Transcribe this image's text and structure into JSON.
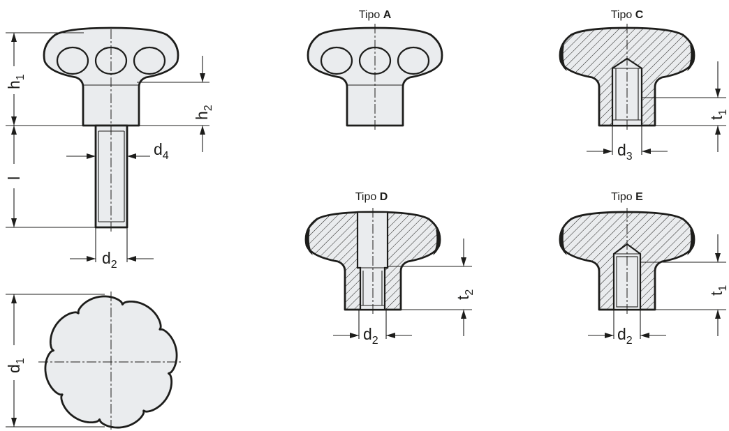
{
  "dimensions": {
    "h1": {
      "main": "h",
      "sub": "1"
    },
    "h2": {
      "main": "h",
      "sub": "2"
    },
    "l": {
      "main": "l"
    },
    "d4": {
      "main": "d",
      "sub": "4"
    },
    "d2": {
      "main": "d",
      "sub": "2"
    },
    "d1": {
      "main": "d",
      "sub": "1"
    },
    "d3": {
      "main": "d",
      "sub": "3"
    },
    "t1": {
      "main": "t",
      "sub": "1"
    },
    "t2": {
      "main": "t",
      "sub": "2"
    }
  },
  "views": {
    "a": {
      "prefix": "Tipo",
      "letter": "A"
    },
    "c": {
      "prefix": "Tipo",
      "letter": "C"
    },
    "d": {
      "prefix": "Tipo",
      "letter": "D"
    },
    "e": {
      "prefix": "Tipo",
      "letter": "E"
    }
  },
  "colors": {
    "line": "#1d1d1b",
    "fill": "#eaecee",
    "background": "#ffffff"
  }
}
